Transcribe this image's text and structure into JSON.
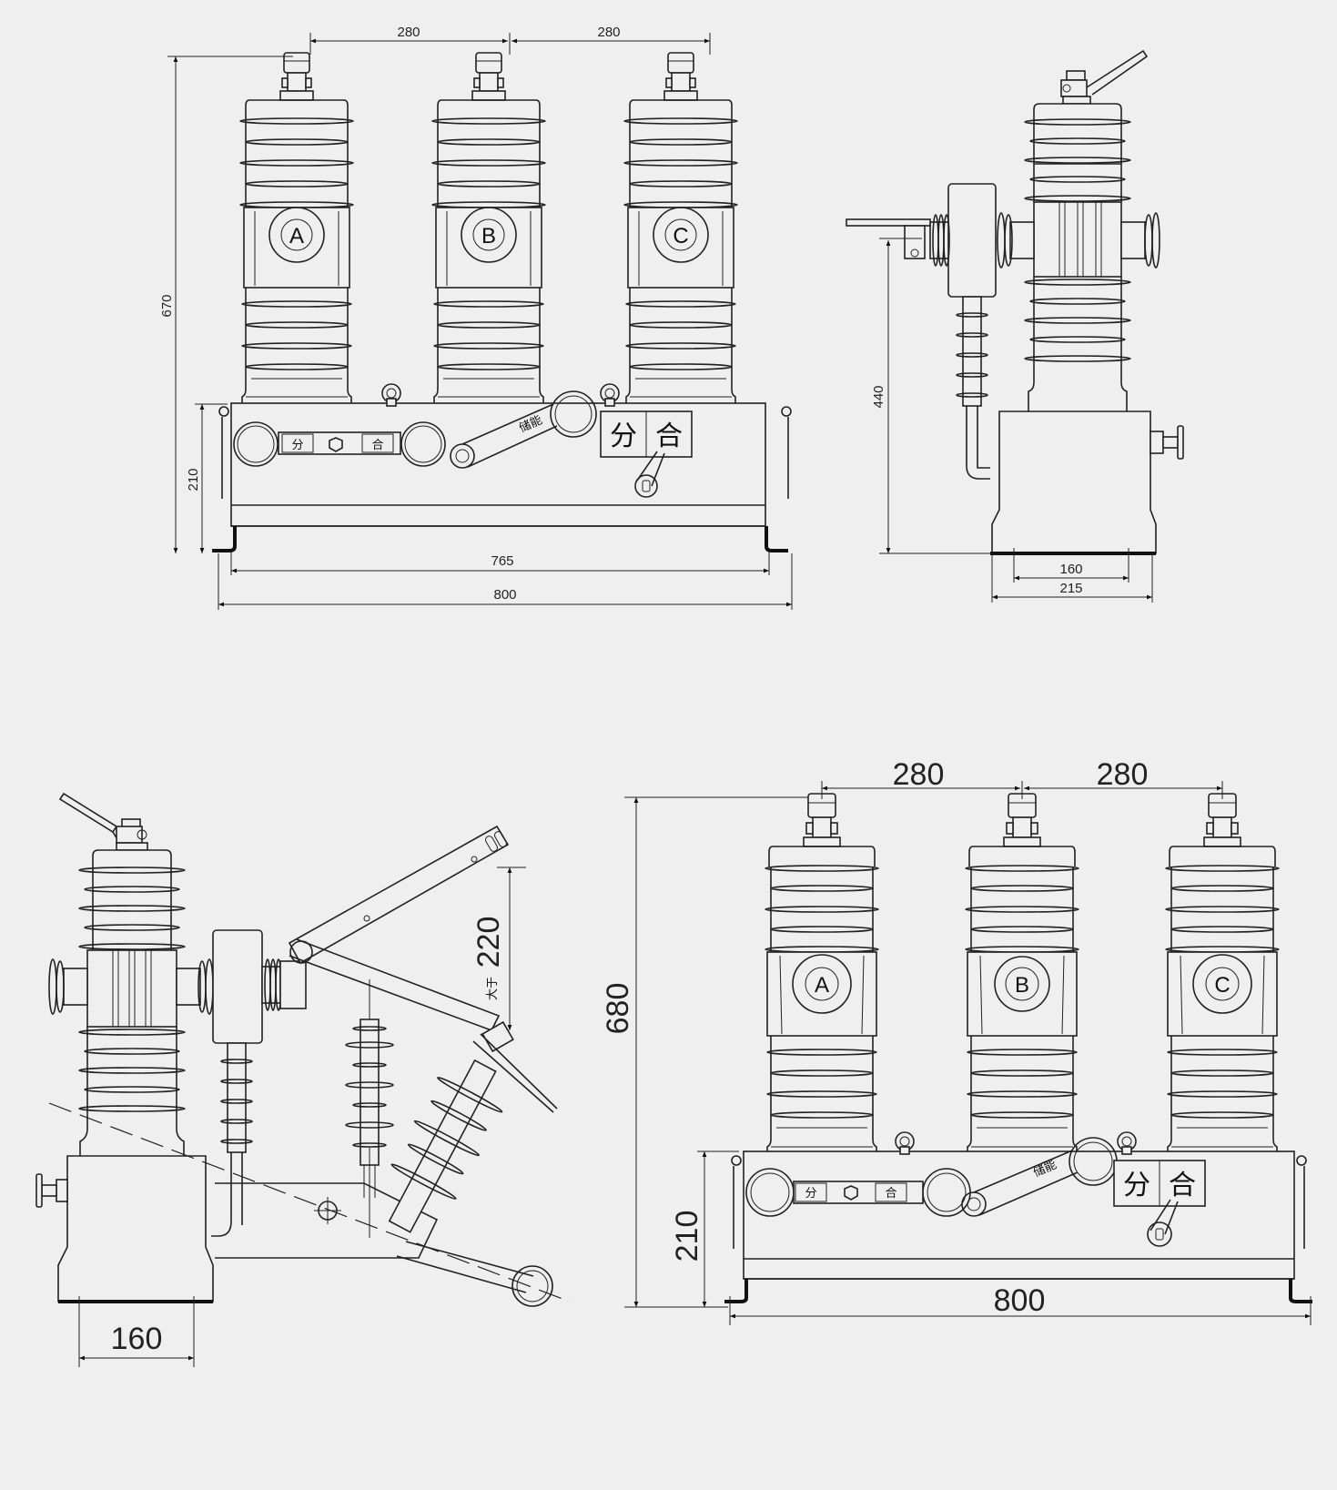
{
  "drawing": {
    "background": "#efefef",
    "line_color": "#222222",
    "views": {
      "front_top": {
        "phase_spacing_1": "280",
        "phase_spacing_2": "280",
        "overall_height": "670",
        "base_height": "210",
        "inner_width": "765",
        "overall_width": "800",
        "phases": [
          "A",
          "B",
          "C"
        ],
        "panel_labels": {
          "open": "分",
          "close": "合",
          "store": "储能"
        }
      },
      "side_top": {
        "height": "440",
        "inner_width": "160",
        "outer_width": "215"
      },
      "side_bottom": {
        "arm_dim": "220",
        "arm_note": "大于",
        "base_width": "160"
      },
      "front_bottom": {
        "phase_spacing_1": "280",
        "phase_spacing_2": "280",
        "overall_height": "680",
        "base_height": "210",
        "overall_width": "800",
        "phases": [
          "A",
          "B",
          "C"
        ],
        "panel_labels": {
          "open": "分",
          "close": "合",
          "store": "储能"
        }
      }
    }
  }
}
